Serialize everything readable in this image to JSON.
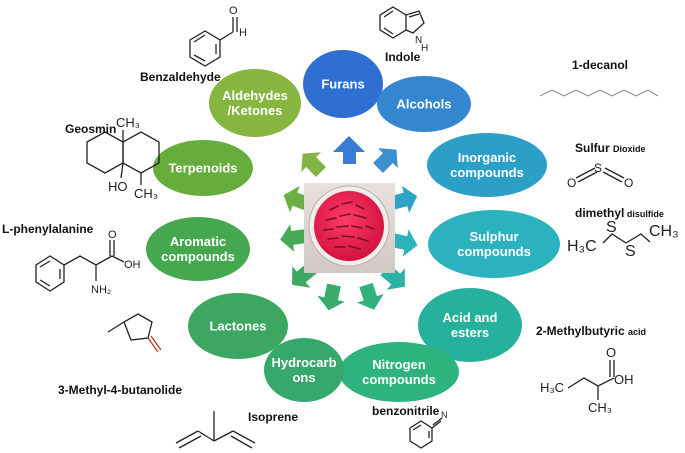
{
  "center_image": {
    "name": "petri-dish-red-colonies"
  },
  "categories": [
    {
      "id": "furans",
      "lines": [
        "Furans"
      ],
      "color": "#2e6fd1"
    },
    {
      "id": "alcohols",
      "lines": [
        "Alcohols"
      ],
      "color": "#3487cf"
    },
    {
      "id": "inorganic",
      "lines": [
        "Inorganic",
        "compounds"
      ],
      "color": "#2b9fc8"
    },
    {
      "id": "sulphur",
      "lines": [
        "Sulphur",
        "compounds"
      ],
      "color": "#2cb2be"
    },
    {
      "id": "acid-esters",
      "lines": [
        "Acid and",
        "esters"
      ],
      "color": "#25b19b"
    },
    {
      "id": "nitrogen",
      "lines": [
        "Nitrogen",
        "compounds"
      ],
      "color": "#2eb37e"
    },
    {
      "id": "hydrocarbons",
      "lines": [
        "Hydrocarb",
        "ons"
      ],
      "color": "#37a86b"
    },
    {
      "id": "lactones",
      "lines": [
        "Lactones"
      ],
      "color": "#3da660"
    },
    {
      "id": "aromatic",
      "lines": [
        "Aromatic",
        "compounds"
      ],
      "color": "#45a84f"
    },
    {
      "id": "terpenoids",
      "lines": [
        "Terpenoids"
      ],
      "color": "#67ad3e"
    },
    {
      "id": "aldehydes-ketones",
      "lines": [
        "Aldehydes",
        "/Ketones"
      ],
      "color": "#86b540"
    }
  ],
  "compounds": {
    "benzaldehyde": "Benzaldehyde",
    "benzaldehyde_h": "H",
    "benzaldehyde_o": "O",
    "indole": "Indole",
    "indole_nh": "N",
    "indole_h": "H",
    "decanol": "1-decanol",
    "sulfur_dioxide": "Sulfur",
    "sulfur_dioxide_small": "Dioxide",
    "so2_s": "S",
    "so2_o": "O",
    "geosmin": "Geosmin",
    "geosmin_ch3_top": "CH₃",
    "geosmin_ho": "HO",
    "geosmin_ch3_bottom": "CH₃",
    "dimethyl_disulfide": "dimethyl",
    "dimethyl_disulfide_small": "disulfide",
    "dmds_h3c": "H₃C",
    "dmds_s": "S",
    "dmds_ch3": "CH₃",
    "phenylalanine": "L-phenylalanine",
    "phe_o": "O",
    "phe_oh": "OH",
    "phe_nh2": "NH₂",
    "methylbutyric": "2-Methylbutyric",
    "methylbutyric_small": "acid",
    "mba_h3c": "H₃C",
    "mba_o": "O",
    "mba_oh": "OH",
    "mba_ch3": "CH₃",
    "butanolide": "3-Methyl-4-butanolide",
    "isoprene": "Isoprene",
    "benzonitrile": "benzonitrile",
    "benzonitrile_n": "N"
  }
}
